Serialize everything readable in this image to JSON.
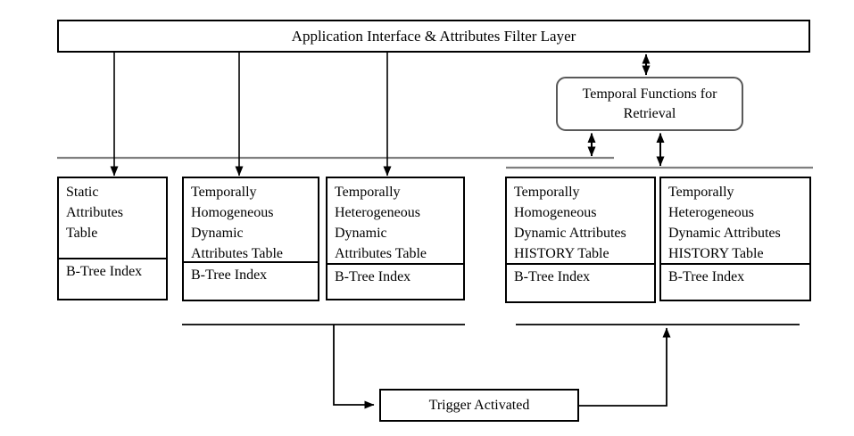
{
  "app_layer": {
    "label": "Application Interface & Attributes Filter Layer"
  },
  "temporal_functions": {
    "line1": "Temporal Functions for",
    "line2": "Retrieval"
  },
  "tables": [
    {
      "title_lines": [
        "Static",
        "Attributes",
        "Table"
      ],
      "index_label": "B-Tree Index"
    },
    {
      "title_lines": [
        "Temporally",
        "Homogeneous",
        "Dynamic",
        "Attributes Table"
      ],
      "index_label": "B-Tree Index"
    },
    {
      "title_lines": [
        "Temporally",
        "Heterogeneous",
        "Dynamic",
        "Attributes Table"
      ],
      "index_label": "B-Tree Index"
    },
    {
      "title_lines": [
        "Temporally",
        "Homogeneous",
        "Dynamic Attributes",
        "HISTORY Table"
      ],
      "index_label": "B-Tree Index"
    },
    {
      "title_lines": [
        "Temporally",
        "Heterogeneous",
        "Dynamic Attributes",
        "HISTORY Table"
      ],
      "index_label": "B-Tree Index"
    }
  ],
  "trigger": {
    "label": "Trigger Activated"
  },
  "colors": {
    "box_border": "#000000",
    "temporal_box_border": "#595959",
    "layer_line_gray": "#7f7f7f",
    "connector_black": "#000000",
    "background": "#ffffff"
  }
}
